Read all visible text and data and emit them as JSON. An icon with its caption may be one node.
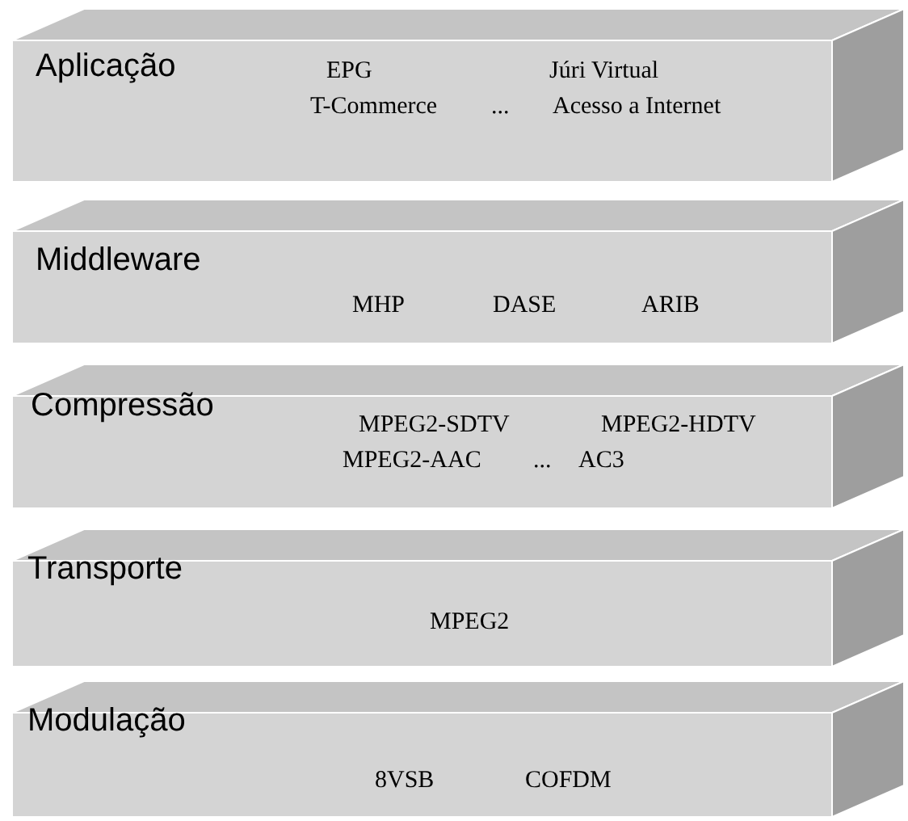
{
  "diagram": {
    "nodes": [
      {
        "text": [
          "Aplicação",
          "EPG",
          "Júri  Virtual",
          "T-Commerce",
          "...",
          "Acesso a Internet"
        ]
      },
      {
        "text": [
          "Middleware",
          "MHP",
          "DASE",
          "ARIB"
        ]
      },
      {
        "text": [
          "Compressão",
          "MPEG2-SDTV",
          "MPEG2-HDTV",
          "MPEG2-AAC",
          "...",
          "AC3"
        ]
      },
      {
        "text": [
          "Transporte",
          "MPEG2"
        ]
      },
      {
        "text": [
          "Modulação",
          "8VSB",
          "COFDM"
        ]
      }
    ]
  }
}
